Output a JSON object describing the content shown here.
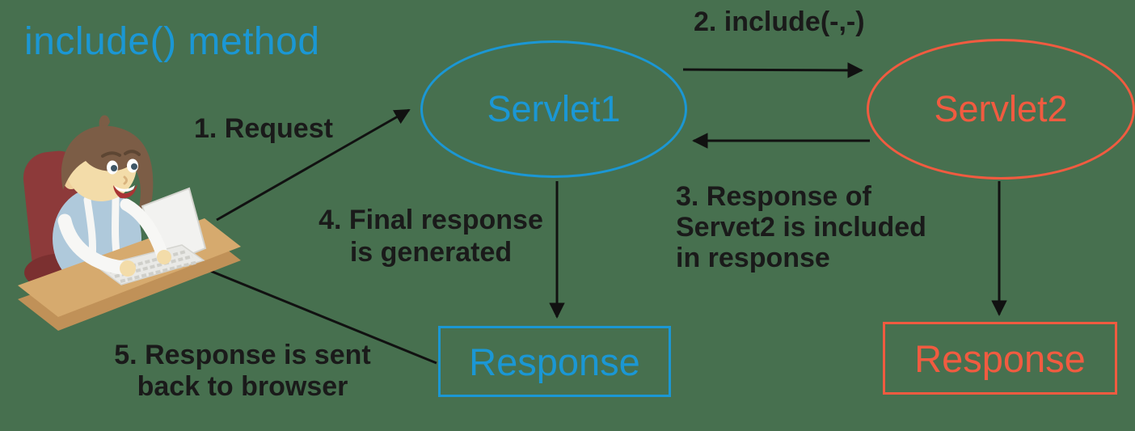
{
  "title": "include() method",
  "diagram": {
    "servlet1": "Servlet1",
    "servlet2": "Servlet2",
    "response_left": "Response",
    "response_right": "Response",
    "step1": "1. Request",
    "step2": "2. include(-,-)",
    "step3": [
      "3. Response of",
      "Servet2 is included",
      "in response"
    ],
    "step4": [
      "4. Final response",
      "is generated"
    ],
    "step5": [
      "5. Response is sent",
      "back to browser"
    ]
  },
  "icons": {
    "illustration": "boy-at-laptop",
    "arrows": [
      "request-arrow: browser to Servlet1",
      "include-arrow: Servlet1 to Servlet2",
      "included-response-arrow: Servlet2 to Servlet1",
      "servlet1-response-arrow: Servlet1 down to Response",
      "servlet2-response-arrow: Servlet2 down to Response",
      "response-to-browser-arrow: Response back to laptop"
    ]
  },
  "colors": {
    "background": "#47704F",
    "blue": "#1B97D4",
    "red": "#F15B40",
    "text": "#1A1A1A",
    "arrow": "#111111"
  }
}
